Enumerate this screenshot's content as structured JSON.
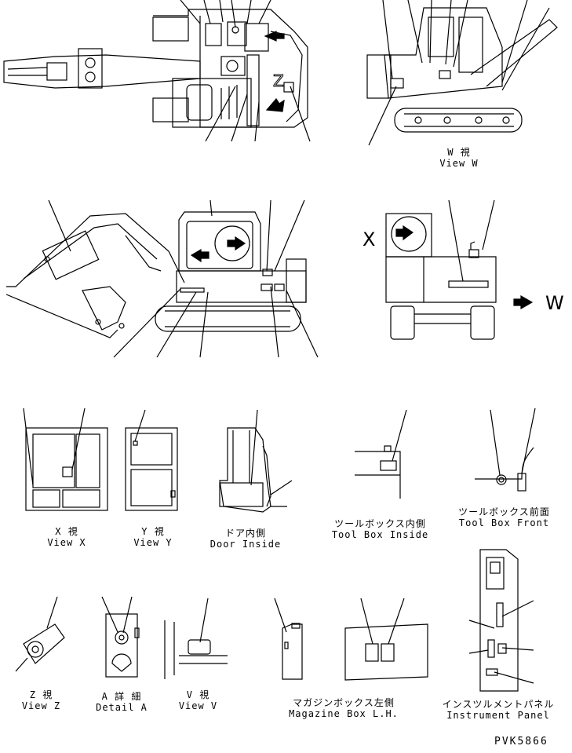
{
  "drawing_code": "PVK5866",
  "letters": {
    "x": "X",
    "w": "W",
    "z": "Z"
  },
  "views": {
    "view_w": {
      "jp": "W 視",
      "en": "View W"
    },
    "view_x": {
      "jp": "X 視",
      "en": "View X"
    },
    "view_y": {
      "jp": "Y 視",
      "en": "View Y"
    },
    "door_inside": {
      "jp": "ドア内側",
      "en": "Door Inside"
    },
    "tool_box_inside": {
      "jp": "ツールボックス内側",
      "en": "Tool Box Inside"
    },
    "tool_box_front": {
      "jp": "ツールボックス前面",
      "en": "Tool Box Front"
    },
    "view_z": {
      "jp": "Z 視",
      "en": "View Z"
    },
    "detail_a": {
      "jp": "A 詳 細",
      "en": "Detail A"
    },
    "view_v": {
      "jp": "V 視",
      "en": "View V"
    },
    "magazine_box": {
      "jp": "マガジンボックス左側",
      "en": "Magazine Box L.H."
    },
    "instrument_panel": {
      "jp": "インスツルメントパネル",
      "en": "Instrument Panel"
    }
  }
}
